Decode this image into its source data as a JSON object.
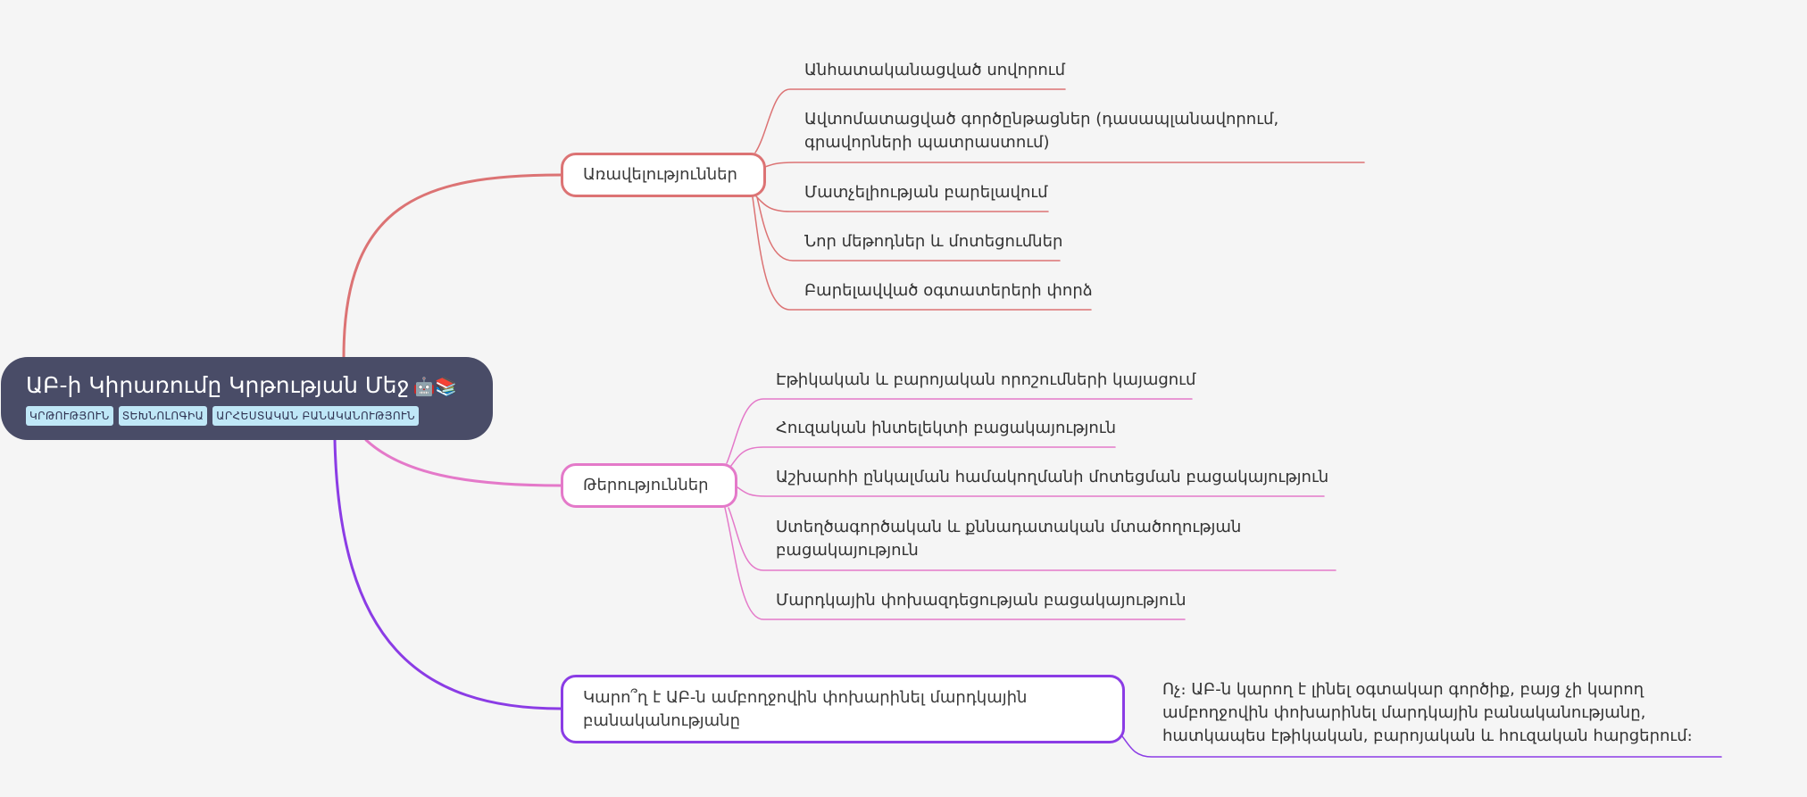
{
  "root": {
    "title": "ԱԲ-ի Կիրառումը Կրթության Մեջ",
    "emoji": "🤖📚",
    "tags": [
      "ԿՐԹՈՒԹՅՈՒՆ",
      "ՏԵԽՆՈԼՈԳԻԱ",
      "ԱՐՀԵՍՏԱԿԱՆ ԲԱՆԱԿԱՆՈՒԹՅՈՒՆ"
    ]
  },
  "branches": [
    {
      "label": "Առավելություններ",
      "color": "#dc7374",
      "children": [
        "Անհատականացված սովորում",
        "Ավտոմատացված գործընթացներ (դասապլանավորում, գրավորների պատրաստում)",
        "Մատչելիության բարելավում",
        "Նոր մեթոդներ և մոտեցումներ",
        "Բարելավված օգտատերերի փորձ"
      ]
    },
    {
      "label": "Թերություններ",
      "color": "#e479c9",
      "children": [
        "Էթիկական և բարոյական որոշումների կայացում",
        "Հուզական ինտելեկտի բացակայություն",
        "Աշխարհի ընկալման համակողմանի մոտեցման բացակայություն",
        "Ստեղծագործական և քննադատական մտածողության բացակայություն",
        "Մարդկային փոխազդեցության բացակայություն"
      ]
    },
    {
      "label": "Կարո՞ղ է ԱԲ-ն ամբողջովին փոխարինել մարդկային բանականությանը",
      "color": "#8b3ce5",
      "children": [
        "Ոչ։ ԱԲ-ն կարող է լինել օգտակար գործիք, բայց չի կարող ամբողջովին փոխարինել մարդկային բանականությանը, հատկապես էթիկական, բարոյական և հուզական  հարցերում։"
      ]
    }
  ]
}
